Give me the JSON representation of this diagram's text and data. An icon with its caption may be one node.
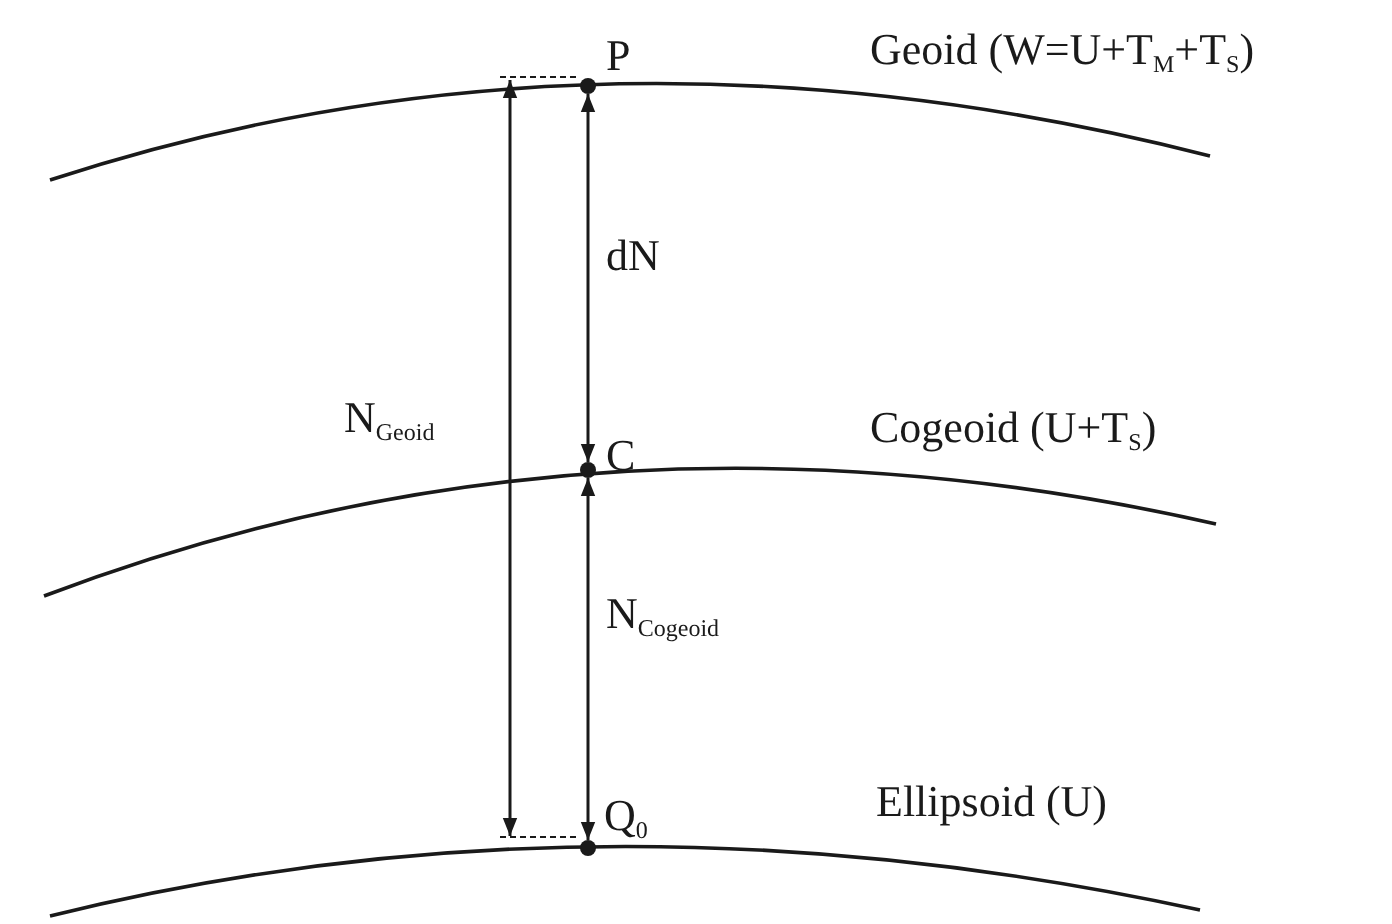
{
  "diagram": {
    "nodes": [
      {
        "text": [],
        "shape": "circle",
        "beside": [
          "P"
        ]
      },
      {
        "text": [],
        "shape": "circle",
        "beside": [
          "C"
        ]
      },
      {
        "text": [],
        "shape": "circle",
        "beside": [
          "Q$_{0}$"
        ]
      },
      {
        "text": [],
        "shape": "line"
      },
      {
        "text": [],
        "shape": "line"
      }
    ],
    "edges": [
      {
        "from": 0,
        "to": 1,
        "arrow": "both",
        "label": "dN"
      },
      {
        "from": 3,
        "to": 4,
        "arrow": "both",
        "label": "N$_{Geoid}$"
      },
      {
        "from": 1,
        "to": 2,
        "arrow": "both",
        "label": "N$_{Cogeoid}$"
      }
    ],
    "labels": [
      "Geoid (W=U+T$_{M}$+T$_{S}$)",
      "Cogeoid (U+T$_{S}$)",
      "Ellipsoid (U)"
    ]
  }
}
